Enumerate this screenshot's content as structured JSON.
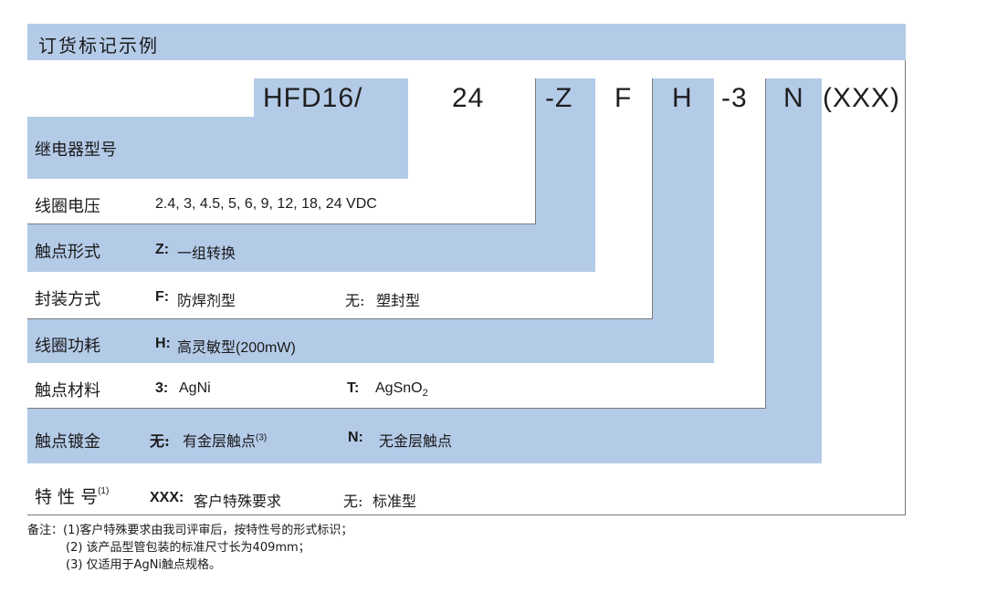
{
  "title": "订货标记示例",
  "code": {
    "base": "HFD16/",
    "voltage": "24",
    "contact": "-Z",
    "seal": "F",
    "power": "H",
    "material": "-3",
    "plating": "N",
    "special": "(XXX)"
  },
  "rows": {
    "relay_type": {
      "label": "继电器型号"
    },
    "coil_voltage": {
      "label": "线圈电压",
      "value": "2.4, 3,  4.5, 5, 6, 9, 12, 18, 24 VDC"
    },
    "contact_form": {
      "label": "触点形式",
      "key": "Z:",
      "desc": "一组转换"
    },
    "sealing": {
      "label": "封装方式",
      "key1": "F:",
      "desc1": "防焊剂型",
      "key2": "无:",
      "desc2": "塑封型"
    },
    "coil_power": {
      "label": "线圈功耗",
      "key": "H:",
      "desc": "高灵敏型",
      "extra": "(200mW)"
    },
    "contact_material": {
      "label": "触点材料",
      "key1": "3:",
      "desc1": "AgNi",
      "key2": "T:",
      "desc2": "AgSnO",
      "sub": "2"
    },
    "contact_plating": {
      "label": "触点镀金",
      "key1": "无:",
      "desc1": "有金层触点",
      "sup1": "(3)",
      "key2": "N:",
      "desc2": "无金层触点"
    },
    "special_code": {
      "label": "特 性 号",
      "sup": "(1)",
      "key1": "XXX:",
      "desc1": "客户特殊要求",
      "key2": "无:",
      "desc2": "标准型"
    }
  },
  "notes": {
    "n1": "备注：(1)客户特殊要求由我司评审后，按特性号的形式标识；",
    "n2": "(2) 该产品型管包装的标准尺寸长为409mm；",
    "n3": "(3) 仅适用于AgNi触点规格。"
  },
  "colors": {
    "band": "#b4cbe8"
  }
}
